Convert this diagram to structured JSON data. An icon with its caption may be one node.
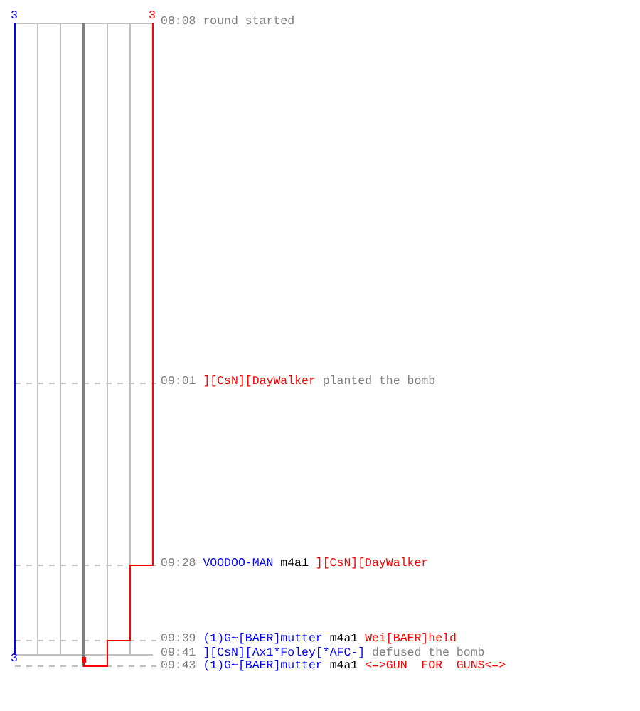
{
  "diagram": {
    "labels": [
      "3",
      "3",
      "08:08",
      "round started",
      "09:01",
      "][CsN][DayWalker",
      "planted the bomb",
      "09:28",
      "VOODOO-MAN",
      "m4a1",
      "][CsN][DayWalker",
      "09:39",
      "(1)G~[BAER]mutter",
      "m4a1",
      "Wei[BAER]held",
      "09:41",
      "][CsN][Ax1*Foley[*AFC-]",
      "defused the bomb",
      "3",
      "09:43",
      "(1)G~[BAER]mutter",
      "m4a1",
      "<=>GUN  FOR  GUNS<=>"
    ]
  }
}
